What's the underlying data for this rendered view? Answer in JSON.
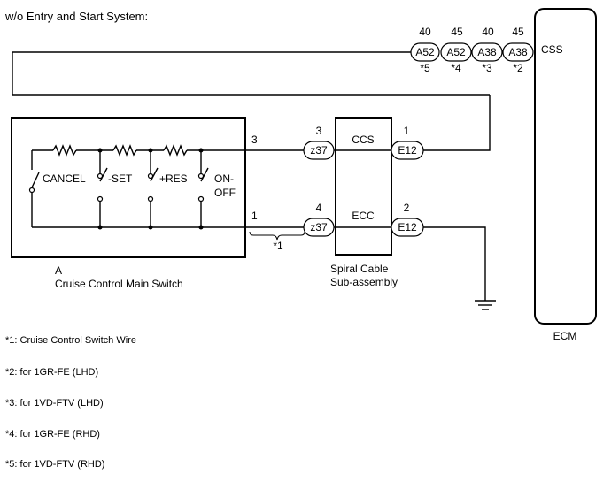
{
  "title": "w/o Entry and Start System:",
  "ecm": {
    "label": "ECM",
    "pin_label": "CSS"
  },
  "top_connectors": [
    {
      "pin": "40",
      "code": "A52",
      "note": "*5"
    },
    {
      "pin": "45",
      "code": "A52",
      "note": "*4"
    },
    {
      "pin": "40",
      "code": "A38",
      "note": "*3"
    },
    {
      "pin": "45",
      "code": "A38",
      "note": "*2"
    }
  ],
  "switch": {
    "designator": "A",
    "name": "Cruise Control Main Switch",
    "contacts": [
      "CANCEL",
      "-SET",
      "+RES",
      "ON-",
      "OFF"
    ],
    "pin_top": "3",
    "pin_bottom": "1"
  },
  "spiral": {
    "name_line1": "Spiral Cable",
    "name_line2": "Sub-assembly",
    "top_signal": "CCS",
    "bottom_signal": "ECC",
    "top_left": {
      "pin": "3",
      "code": "z37"
    },
    "bottom_left": {
      "pin": "4",
      "code": "z37"
    },
    "top_right": {
      "pin": "1",
      "code": "E12"
    },
    "bottom_right": {
      "pin": "2",
      "code": "E12"
    }
  },
  "wire_marker": "*1",
  "notes": [
    "*1: Cruise Control Switch Wire",
    "*2: for 1GR-FE (LHD)",
    "*3: for 1VD-FTV (LHD)",
    "*4: for 1GR-FE (RHD)",
    "*5: for 1VD-FTV (RHD)"
  ]
}
